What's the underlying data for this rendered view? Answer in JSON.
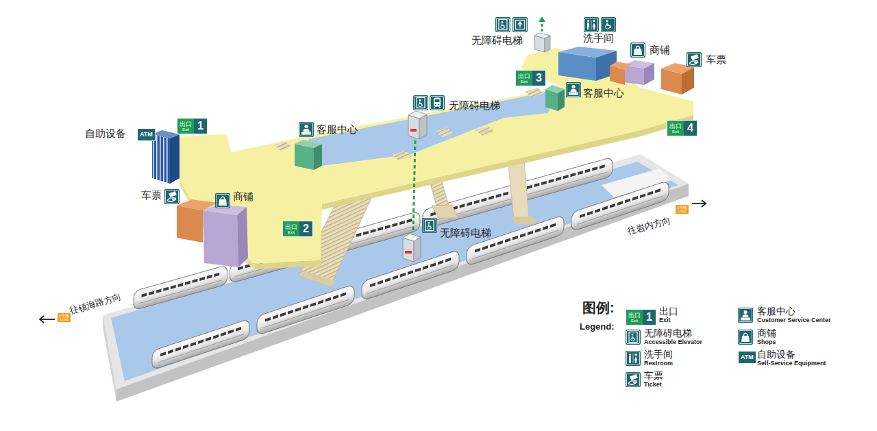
{
  "diagram": {
    "nodes": [
      {
        "text": [
          "ATM"
        ]
      },
      {
        "text": [
          "出口",
          "Exit",
          "1"
        ]
      },
      {
        "text": [
          "出口",
          "Exit",
          "2"
        ]
      },
      {
        "text": [
          "出口",
          "Exit",
          "3"
        ]
      },
      {
        "text": [
          "出口",
          "Exit",
          "4"
        ]
      },
      {
        "text": [
          "1号线",
          "Line1"
        ]
      },
      {
        "text": [
          "1号线",
          "Line1"
        ]
      },
      {
        "text": [
          "出口",
          "Exit",
          "1"
        ]
      },
      {
        "text": [
          "ATM"
        ]
      }
    ],
    "labels": [
      "自助设备",
      "车票",
      "商铺",
      "客服中心",
      "无障碍电梯",
      "无障碍电梯",
      "无障碍电梯",
      "洗手间",
      "商铺",
      "车票",
      "客服中心",
      "往岩内方向",
      "往镇海路方向",
      "图例:",
      "Legend:",
      "Exit",
      "Accessible Elevator",
      "Restroom",
      "Ticket",
      "Customer Service Center",
      "Shops",
      "Self-Service Equipment"
    ],
    "legend": [
      {
        "text": "出口"
      },
      {
        "text": "无障碍电梯"
      },
      {
        "text": "洗手间"
      },
      {
        "text": "车票"
      },
      {
        "text": "客服中心"
      },
      {
        "text": "商铺"
      },
      {
        "text": "自助设备"
      }
    ]
  }
}
